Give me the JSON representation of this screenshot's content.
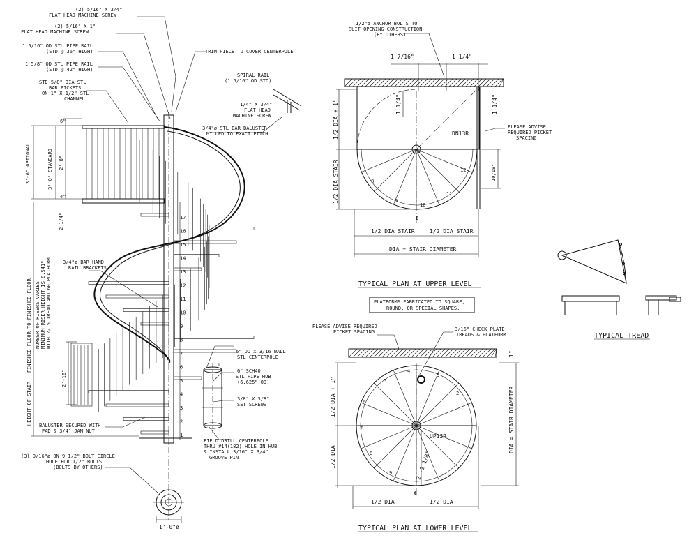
{
  "elevation": {
    "callouts": {
      "flat_head_screw_1": "(2) 5/16\" X 3/4\"",
      "flat_head_screw_1b": "FLAT HEAD MACHINE SCREW",
      "flat_head_screw_2": "(2) 5/16\" X 1\"",
      "flat_head_screw_2b": "FLAT HEAD MACHINE SCREW",
      "pipe_rail_36a": "1 5/16\" OD STL PIPE RAIL",
      "pipe_rail_36b": "(STD @ 36\" HIGH)",
      "pipe_rail_42a": "1 5/8\" OD STL PIPE RAIL",
      "pipe_rail_42b": "(STD @ 42\" HIGH)",
      "pickets_a": "STD 5/8\" DIA STL",
      "pickets_b": "BAR PICKETS",
      "pickets_c": "ON 1\" X 1/2\" STL",
      "pickets_d": "CHANNEL",
      "trim_piece": "TRIM PIECE TO COVER CENTERPOLE",
      "spiral_rail_a": "SPIRAL RAIL",
      "spiral_rail_b": "(1 5/16\" OD STD)",
      "screw_14_a": "1/4\" X 3/4\"",
      "screw_14_b": "FLAT HEAD",
      "screw_14_c": "MACHINE SCREW",
      "baluster_a": "3/4\"ø STL BAR BALUSTER",
      "baluster_b": "MILLED TO EXACT PITCH",
      "hand_rail_a": "3/4\"ø BAR HAND",
      "hand_rail_b": "RAIL BRACKETS",
      "baluster_secured_a": "BALUSTER SECURED WITH",
      "baluster_secured_b": "PAD & 3/4\" JAM NUT",
      "bolt_holes_a": "(3) 9/16\"ø ON 9 1/2\" BOLT CIRCLE",
      "bolt_holes_b": "HOLE FOR 1/2\" BOLTS",
      "bolt_holes_c": "(BOLTS BY OTHERS)",
      "centerpole_a": "6\" OD X 3/16 WALL",
      "centerpole_b": "STL CENTERPOLE",
      "hub_a": "6\" SCH40",
      "hub_b": "STL PIPE HUB",
      "hub_c": "(6.625\" OD)",
      "set_screws_a": "3/8\" X 3/8\"",
      "set_screws_b": "SET SCREWS",
      "field_drill_a": "FIELD DRILL CENTERPOLE",
      "field_drill_b": "THRU #14(182) HOLE IN HUB",
      "field_drill_c": "& INSTALL 3/16\" X 3/4\"",
      "field_drill_d": "GROOVE PIN",
      "base_dia": "1'-0\"ø"
    },
    "dims": {
      "d_6": "6\"",
      "d_2_8": "2'-8\"",
      "d_3_0_std": "3'-0\" STANDARD",
      "d_3_6_opt": "3'-6\" OPTIONAL",
      "d_4": "4\"",
      "d_2_14": "2 1/4\"",
      "d_2_10": "2'-10\"",
      "height_label": "HEIGHT OF STAIR - FINISHED FLOOR TO FINISHED FLOOR",
      "risers_a": "NUMBER OF RISERS VARIES",
      "risers_b": "MINIMUM RISER HEIGHT IS 8.541\"",
      "risers_c": "WITH 22.5 TREAD AND 60 PLATFORM"
    },
    "riser_numbers": [
      "1",
      "2",
      "3",
      "4",
      "5",
      "6",
      "7",
      "8",
      "9",
      "10",
      "11",
      "12",
      "13",
      "14",
      "15",
      "16",
      "17"
    ]
  },
  "upper_plan": {
    "title": "TYPICAL PLAN AT UPPER LEVEL",
    "anchor_a": "1/2\"ø ANCHOR BOLTS TO",
    "anchor_b": "SUIT OPENING CONSTRUCTION",
    "anchor_c": "(BY OTHERS)",
    "dim_top_left": "1 7/16\"",
    "dim_top_right": "1 1/4\"",
    "dim_v_left": "1 1/4\"",
    "dim_v_right": "1 1/4\"",
    "dim_10_18": "10/18\"",
    "advise_a": "PLEASE ADVISE",
    "advise_b": "REQUIRED PICKET",
    "advise_c": "SPACING",
    "stair_code": "DN13R",
    "half_dia_1": "1/2 DIA + 1\"",
    "half_dia_stair_v": "1/2 DIA STAIR",
    "half_dia_stair_l": "1/2 DIA STAIR",
    "half_dia_stair_r": "1/2 DIA STAIR",
    "dia_label": "DIA = STAIR DIAMETER",
    "cl": "℄",
    "treads": [
      "8",
      "9",
      "10",
      "11",
      "12"
    ]
  },
  "platform_note": {
    "line1": "PLATFORMS FABRICATED TO SQUARE,",
    "line2": "ROUND, OR SPECIAL SHAPES."
  },
  "lower_plan": {
    "title": "TYPICAL PLAN AT LOWER LEVEL",
    "advise_a": "PLEASE ADVISE REQUIRED",
    "advise_b": "PICKET SPACING",
    "check_a": "3/16\" CHECK PLATE",
    "check_b": "TREADS & PLATFORM",
    "stair_code": "UP13R",
    "half_dia_1": "1/2 DIA + 1\"",
    "half_dia_v": "1/2 DIA",
    "half_dia_l": "1/2 DIA",
    "half_dia_r": "1/2 DIA",
    "dia_stair": "DIA = STAIR DIAMETER",
    "dim_2_2": "2'-2 1/8\"",
    "dim_1": "1\"",
    "cl": "℄",
    "treads": [
      "2",
      "3",
      "4",
      "5",
      "6",
      "7",
      "8",
      "9"
    ]
  },
  "tread": {
    "title": "TYPICAL TREAD"
  }
}
